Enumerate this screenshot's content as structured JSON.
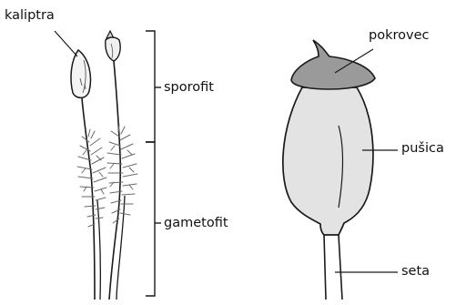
{
  "labels": {
    "kaliptra": "kaliptra",
    "sporofit": "sporofit",
    "gametofit": "gametofit",
    "pokrovec": "pokrovec",
    "pusica": "pušica",
    "seta": "seta"
  },
  "colors": {
    "line": "#1a1a1a",
    "capsule_fill": "#e3e3e3",
    "operculum_fill": "#9a9a9a",
    "leaf_stroke": "#6a6a6a",
    "label_text": "#111111"
  }
}
